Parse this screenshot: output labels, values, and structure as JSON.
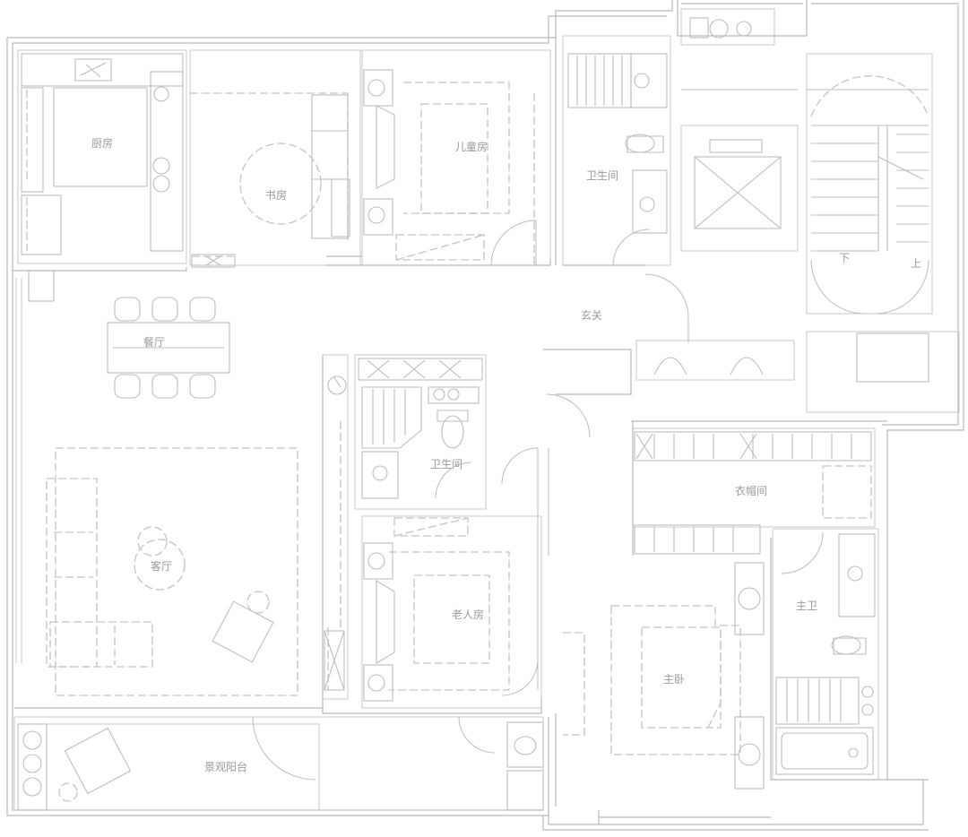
{
  "plan": {
    "rooms": {
      "kitchen": "厨房",
      "study": "书房",
      "kids_room": "儿童房",
      "bathroom_north": "卫生间",
      "dining": "餐厅",
      "foyer": "玄关",
      "bathroom_mid": "卫生间",
      "living_room": "客厅",
      "elder_room": "老人房",
      "walk_in_closet": "衣帽间",
      "master_bath": "主卫",
      "master_bedroom": "主卧",
      "balcony": "景观阳台"
    },
    "stairs": {
      "down": "下",
      "up": "上"
    }
  }
}
